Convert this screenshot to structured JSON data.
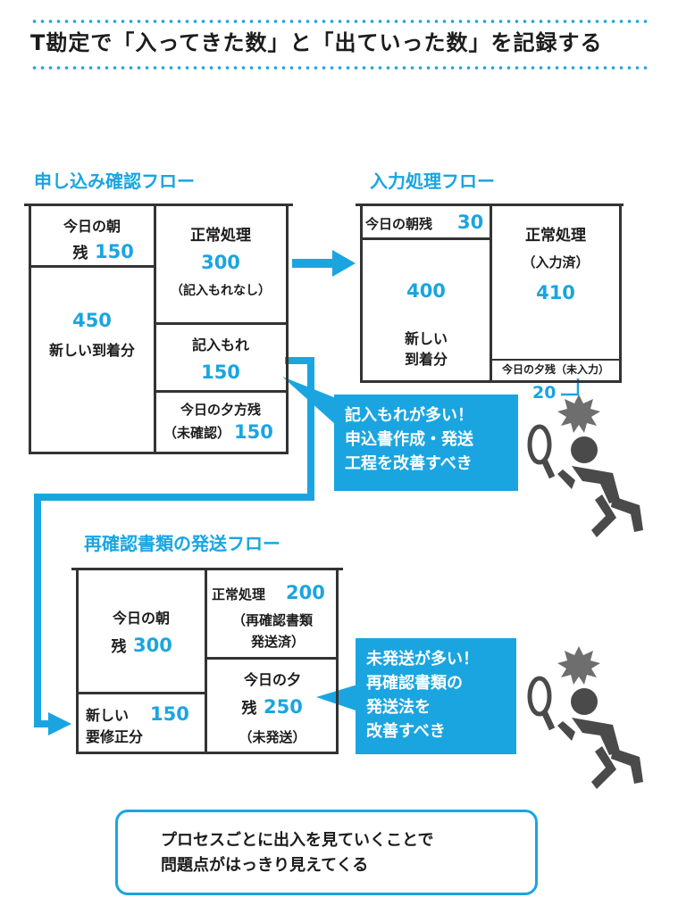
{
  "title": "T勘定で「入ってきた数」と「出ていった数」を記録する",
  "flow1": {
    "title": "申し込み確認フロー",
    "morning_label": "今日の朝",
    "morning_prefix": "残",
    "morning_value": "150",
    "new_value": "450",
    "new_label": "新しい到着分",
    "normal_label": "正常処理",
    "normal_value": "300",
    "normal_note": "（記入もれなし）",
    "omission_label": "記入もれ",
    "omission_value": "150",
    "evening_label": "今日の夕方残",
    "evening_note": "（未確認）",
    "evening_value": "150"
  },
  "flow2": {
    "title": "入力処理フロー",
    "morning_label": "今日の朝残",
    "morning_value": "30",
    "new_value": "400",
    "new_label_1": "新しい",
    "new_label_2": "到着分",
    "normal_label": "正常処理",
    "normal_note": "（入力済）",
    "normal_value": "410",
    "evening_label": "今日の夕残（未入力）",
    "evening_value": "20"
  },
  "flow3": {
    "title": "再確認書類の発送フロー",
    "morning_label": "今日の朝",
    "morning_prefix": "残",
    "morning_value": "300",
    "new_label_1": "新しい",
    "new_label_2": "要修正分",
    "new_value": "150",
    "normal_label": "正常処理",
    "normal_value": "200",
    "normal_note_1": "（再確認書類",
    "normal_note_2": "発送済）",
    "evening_label": "今日の夕",
    "evening_prefix": "残",
    "evening_value": "250",
    "evening_note": "（未発送）"
  },
  "callout1": {
    "line1": "記入もれが多い！",
    "line2": "申込書作成・発送",
    "line3": "工程を改善すべき"
  },
  "callout2": {
    "line1": "未発送が多い！",
    "line2": "再確認書類の",
    "line3": "発送法を",
    "line4": "改善すべき"
  },
  "footer": {
    "line1": "プロセスごとに出入を見ていくことで",
    "line2": "問題点がはっきり見えてくる"
  },
  "colors": {
    "accent": "#1aa5e0",
    "ink": "#333333",
    "figure": "#4a4a4a",
    "burst": "#6e6e6e"
  },
  "icons": [
    "arrow-right-icon",
    "connector-arrow-icon",
    "detective-figure-icon",
    "magnifying-glass-icon",
    "alert-burst-icon"
  ]
}
